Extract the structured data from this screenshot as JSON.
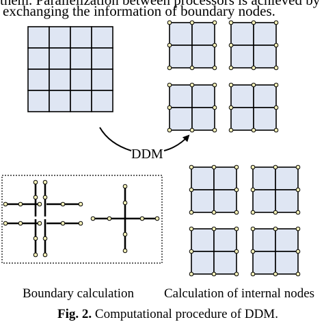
{
  "text": {
    "line1": "them. Parallelization between processors is achieved by",
    "line2": "exchanging the information of boundary nodes.",
    "ddm_label": "DDM",
    "boundary_label": "Boundary calculation",
    "internal_label": "Calculation of internal nodes",
    "caption_prefix": "Fig. 2.",
    "caption_text": " Computational procedure of DDM."
  },
  "colors": {
    "cell_fill": "#dfe6f3",
    "line": "#000000",
    "node_fill": "#f5f0b8"
  },
  "diagram": {
    "full_grid_size": 4,
    "subdomain_count": 4,
    "subdomain_grid_size": 2,
    "boundary_cross_count": 4
  }
}
